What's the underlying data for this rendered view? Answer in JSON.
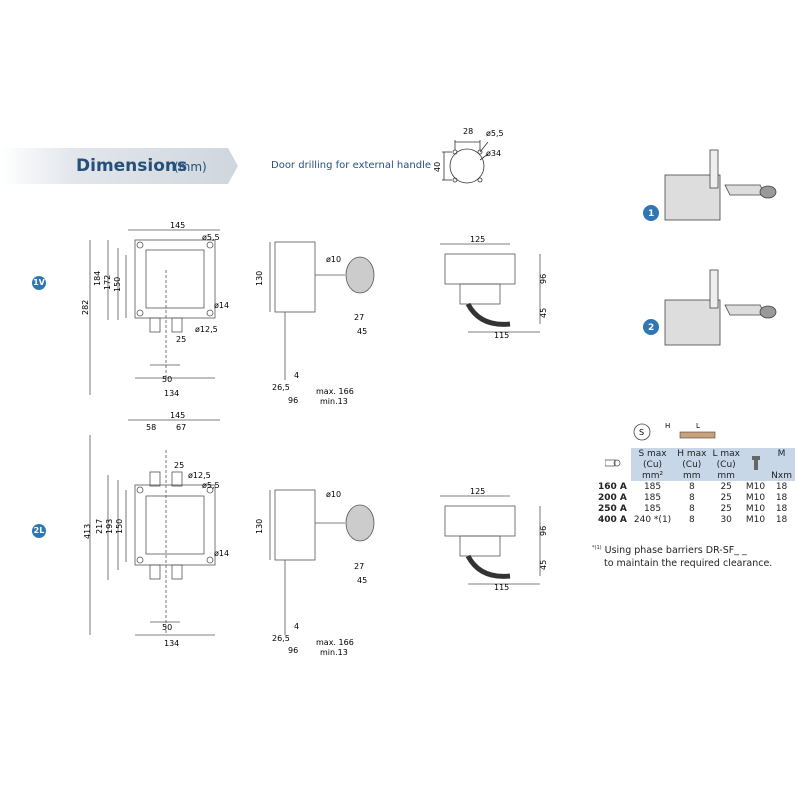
{
  "header": {
    "title": "Dimensions",
    "unit": "(mm)",
    "door_label": "Door drilling for external handle"
  },
  "colors": {
    "accent": "#26507a",
    "badge": "#2f76b3",
    "table_header": "#c8d7e7",
    "banner": "#d7dde4"
  },
  "door": {
    "w": "28",
    "h": "40",
    "hole": "ø5,5",
    "bore": "ø34"
  },
  "rows": [
    {
      "label": "1V",
      "w1": "145",
      "h_total": "282",
      "h2": "184",
      "h3": "172",
      "h4": "150",
      "hole": "ø5,5",
      "bolt": "ø14",
      "term": "ø12,5",
      "t1": "25",
      "b1": "50",
      "b2": "134",
      "s_h": "130",
      "s_hole": "ø10",
      "s_27": "27",
      "s_45": "45",
      "s_4": "4",
      "s_265": "26,5",
      "s_96": "96",
      "s_max": "max. 166",
      "s_min": "min.13",
      "t_w": "125",
      "t_h1": "96",
      "t_h2": "45",
      "t_b": "115"
    },
    {
      "label": "2L",
      "w1": "145",
      "w2": "58",
      "w3": "67",
      "h_total": "413",
      "h2": "217",
      "h3": "193",
      "h4": "150",
      "hole": "ø5,5",
      "bolt": "ø14",
      "term": "ø12,5",
      "t1": "25",
      "b1": "50",
      "b2": "134",
      "s_h": "130",
      "s_hole": "ø10",
      "s_27": "27",
      "s_45": "45",
      "s_4": "4",
      "s_265": "26,5",
      "s_96": "96",
      "s_max": "max. 166",
      "s_min": "min.13",
      "t_w": "125",
      "t_h1": "96",
      "t_h2": "45",
      "t_b": "115"
    }
  ],
  "mount_steps": [
    "1",
    "2"
  ],
  "table": {
    "icons": {
      "s": "S",
      "h": "H",
      "l": "L"
    },
    "headers": [
      {
        "top": "S max",
        "mid": "(Cu)",
        "unit": "mm²"
      },
      {
        "top": "H max",
        "mid": "(Cu)",
        "unit": "mm"
      },
      {
        "top": "L max",
        "mid": "(Cu)",
        "unit": "mm"
      },
      {
        "top": "",
        "mid": "",
        "unit": ""
      },
      {
        "top": "M",
        "mid": "",
        "unit": "Nxm"
      }
    ],
    "rows": [
      {
        "amp": "160 A",
        "s": "185",
        "h": "8",
        "l": "25",
        "bolt": "M10",
        "m": "18"
      },
      {
        "amp": "200 A",
        "s": "185",
        "h": "8",
        "l": "25",
        "bolt": "M10",
        "m": "18"
      },
      {
        "amp": "250 A",
        "s": "185",
        "h": "8",
        "l": "25",
        "bolt": "M10",
        "m": "18"
      },
      {
        "amp": "400 A",
        "s": "240 *(1)",
        "h": "8",
        "l": "30",
        "bolt": "M10",
        "m": "18"
      }
    ]
  },
  "note": {
    "mark": "*(1)",
    "line1": "Using phase barriers DR-SF_ _",
    "line2": "to maintain the required clearance."
  }
}
